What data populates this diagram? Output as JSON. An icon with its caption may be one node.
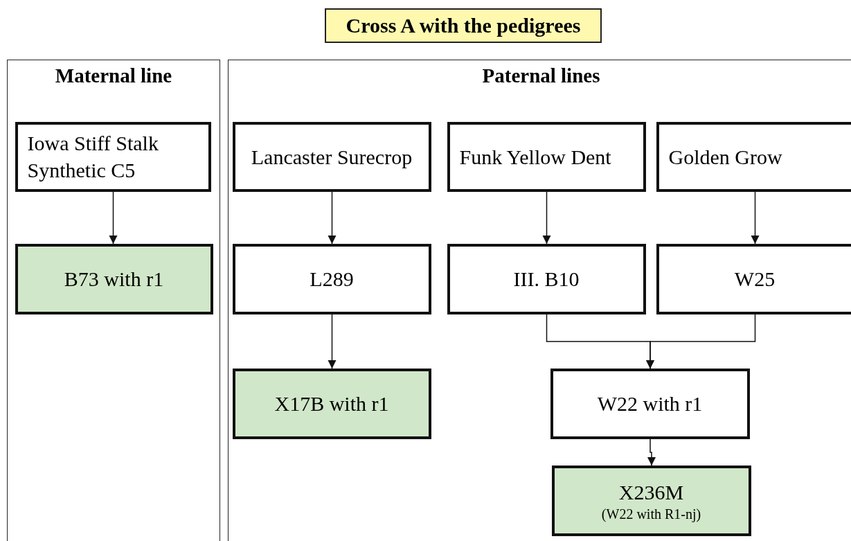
{
  "diagram": {
    "title": "Cross A with the pedigrees",
    "nodes": [
      {
        "text": [
          "Maternal line"
        ]
      },
      {
        "text": [
          "Iowa Stiff Stalk Synthetic C5"
        ],
        "in": 0
      },
      {
        "text": [
          "B73 with r1"
        ],
        "in": 0
      },
      {
        "text": [
          "Paternal lines"
        ]
      },
      {
        "text": [
          "Lancaster Surecrop"
        ],
        "in": 3
      },
      {
        "text": [
          "Funk Yellow Dent"
        ],
        "in": 3
      },
      {
        "text": [
          "Golden Grow"
        ],
        "in": 3
      },
      {
        "text": [
          "L289"
        ],
        "in": 3
      },
      {
        "text": [
          "III. B10"
        ],
        "in": 3
      },
      {
        "text": [
          "W25"
        ],
        "in": 3
      },
      {
        "text": [
          "X17B with r1"
        ],
        "in": 3
      },
      {
        "text": [
          "W22 with r1"
        ],
        "in": 3
      },
      {
        "text": [
          "X236M",
          "(W22 with R1-nj)"
        ],
        "in": 3
      }
    ],
    "edges": [
      {
        "from": 1,
        "to": 2,
        "arrow": "to"
      },
      {
        "from": 4,
        "to": 7,
        "arrow": "to"
      },
      {
        "from": 5,
        "to": 8,
        "arrow": "to"
      },
      {
        "from": 6,
        "to": 9,
        "arrow": "to"
      },
      {
        "from": 7,
        "to": 10,
        "arrow": "to"
      },
      {
        "from": 8,
        "to": 11,
        "arrow": "to"
      },
      {
        "from": 9,
        "to": 11,
        "arrow": "to"
      },
      {
        "from": 11,
        "to": 12,
        "arrow": "to"
      }
    ]
  }
}
